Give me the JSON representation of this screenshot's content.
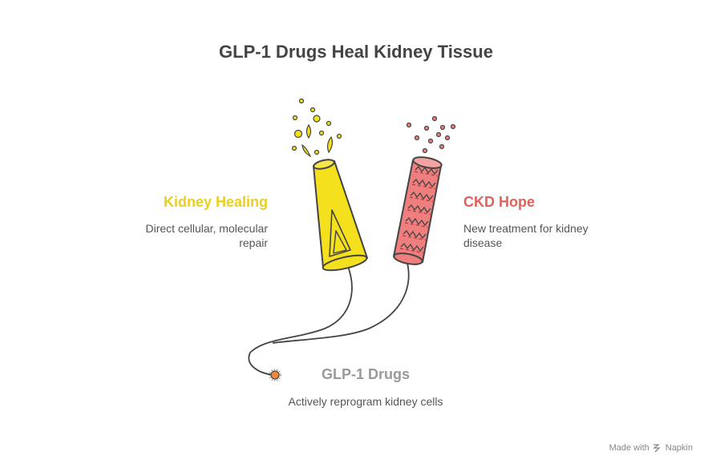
{
  "title": "GLP-1 Drugs Heal Kidney Tissue",
  "items": [
    {
      "id": "kidney-healing",
      "title": "Kidney Healing",
      "description": "Direct cellular, molecular repair",
      "color": "#e8cf22"
    },
    {
      "id": "ckd-hope",
      "title": "CKD Hope",
      "description": "New treatment for kidney disease",
      "color": "#e0625a"
    },
    {
      "id": "glp1-drugs",
      "title": "GLP-1 Drugs",
      "description": "Actively reprogram kidney cells",
      "color": "#999999"
    }
  ],
  "footer": {
    "made_with": "Made with",
    "brand": "Napkin",
    "brand_icon": "napkin-logo-icon"
  },
  "colors": {
    "yellow": "#f5e01e",
    "red": "#ef7f7f",
    "outline": "#444444",
    "fuse_spark": "#f08a3a"
  }
}
